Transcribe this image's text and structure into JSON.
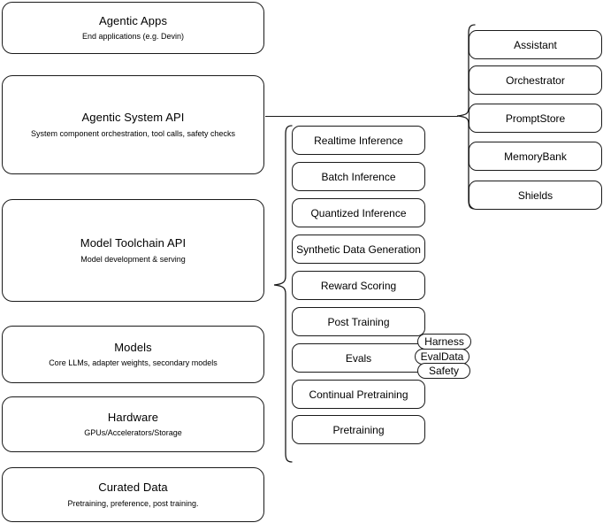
{
  "diagram": {
    "title": "Agentic AI stack architecture diagram",
    "stroke_color": "#1a1a1a",
    "background_color": "#ffffff"
  },
  "layers": [
    {
      "id": "agentic-apps",
      "title": "Agentic Apps",
      "subtitle": "End applications (e.g. Devin)"
    },
    {
      "id": "agentic-system-api",
      "title": "Agentic System API",
      "subtitle": "System component orchestration, tool calls, safety checks"
    },
    {
      "id": "model-toolchain-api",
      "title": "Model Toolchain API",
      "subtitle": "Model development & serving"
    },
    {
      "id": "models",
      "title": "Models",
      "subtitle": "Core LLMs, adapter weights, secondary models"
    },
    {
      "id": "hardware",
      "title": "Hardware",
      "subtitle": "GPUs/Accelerators/Storage"
    },
    {
      "id": "curated-data",
      "title": "Curated Data",
      "subtitle": "Pretraining, preference, post training."
    }
  ],
  "toolchain_items": [
    {
      "id": "realtime-inference",
      "label": "Realtime Inference"
    },
    {
      "id": "batch-inference",
      "label": "Batch Inference"
    },
    {
      "id": "quantized-inference",
      "label": "Quantized Inference"
    },
    {
      "id": "synthetic-data-generation",
      "label": "Synthetic Data Generation"
    },
    {
      "id": "reward-scoring",
      "label": "Reward Scoring"
    },
    {
      "id": "post-training",
      "label": "Post Training"
    },
    {
      "id": "evals",
      "label": "Evals"
    },
    {
      "id": "continual-pretraining",
      "label": "Continual Pretraining"
    },
    {
      "id": "pretraining",
      "label": "Pretraining"
    }
  ],
  "evals_subitems": [
    {
      "id": "harness",
      "label": "Harness"
    },
    {
      "id": "evaldata",
      "label": "EvalData"
    },
    {
      "id": "safety",
      "label": "Safety"
    }
  ],
  "system_items": [
    {
      "id": "assistant",
      "label": "Assistant"
    },
    {
      "id": "orchestrator",
      "label": "Orchestrator"
    },
    {
      "id": "promptstore",
      "label": "PromptStore"
    },
    {
      "id": "memorybank",
      "label": "MemoryBank"
    },
    {
      "id": "shields",
      "label": "Shields"
    }
  ]
}
